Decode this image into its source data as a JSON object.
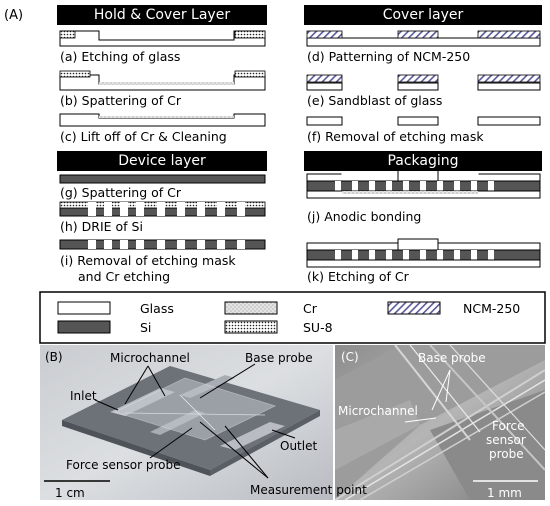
{
  "figure_label": "(A)",
  "sections": {
    "hold_cover": "Hold & Cover Layer",
    "cover": "Cover layer",
    "device": "Device layer",
    "packaging": "Packaging"
  },
  "steps": {
    "a": "(a) Etching of glass",
    "b": "(b) Spattering of Cr",
    "c": "(c) Lift off of Cr & Cleaning",
    "d": "(d) Patterning of NCM-250",
    "e": "(e) Sandblast of glass",
    "f": "(f) Removal of etching mask",
    "g": "(g) Spattering of Cr",
    "h": "(h) DRIE of Si",
    "i_line1": "(i) Removal of etching mask",
    "i_line2": "and Cr etching",
    "j": "(j) Anodic bonding",
    "k": "(k) Etching of Cr"
  },
  "legend": {
    "glass": "Glass",
    "cr": "Cr",
    "ncm": "NCM-250",
    "si": "Si",
    "su8": "SU-8"
  },
  "photo_b": {
    "letter": "(B)",
    "microchannel": "Microchannel",
    "base_probe": "Base probe",
    "inlet": "Inlet",
    "outlet": "Outlet",
    "force_sensor_probe": "Force sensor probe",
    "measurement_point": "Measurement point",
    "scale": "1 cm"
  },
  "photo_c": {
    "letter": "(C)",
    "base_probe": "Base probe",
    "microchannel": "Microchannel",
    "force_line1": "Force",
    "force_line2": "sensor",
    "force_line3": "probe",
    "scale": "1 mm"
  },
  "colors": {
    "si": "#555555",
    "glass": "#ffffff",
    "ncm_stripe": "#5a5a9a",
    "header_bg": "#000000"
  }
}
